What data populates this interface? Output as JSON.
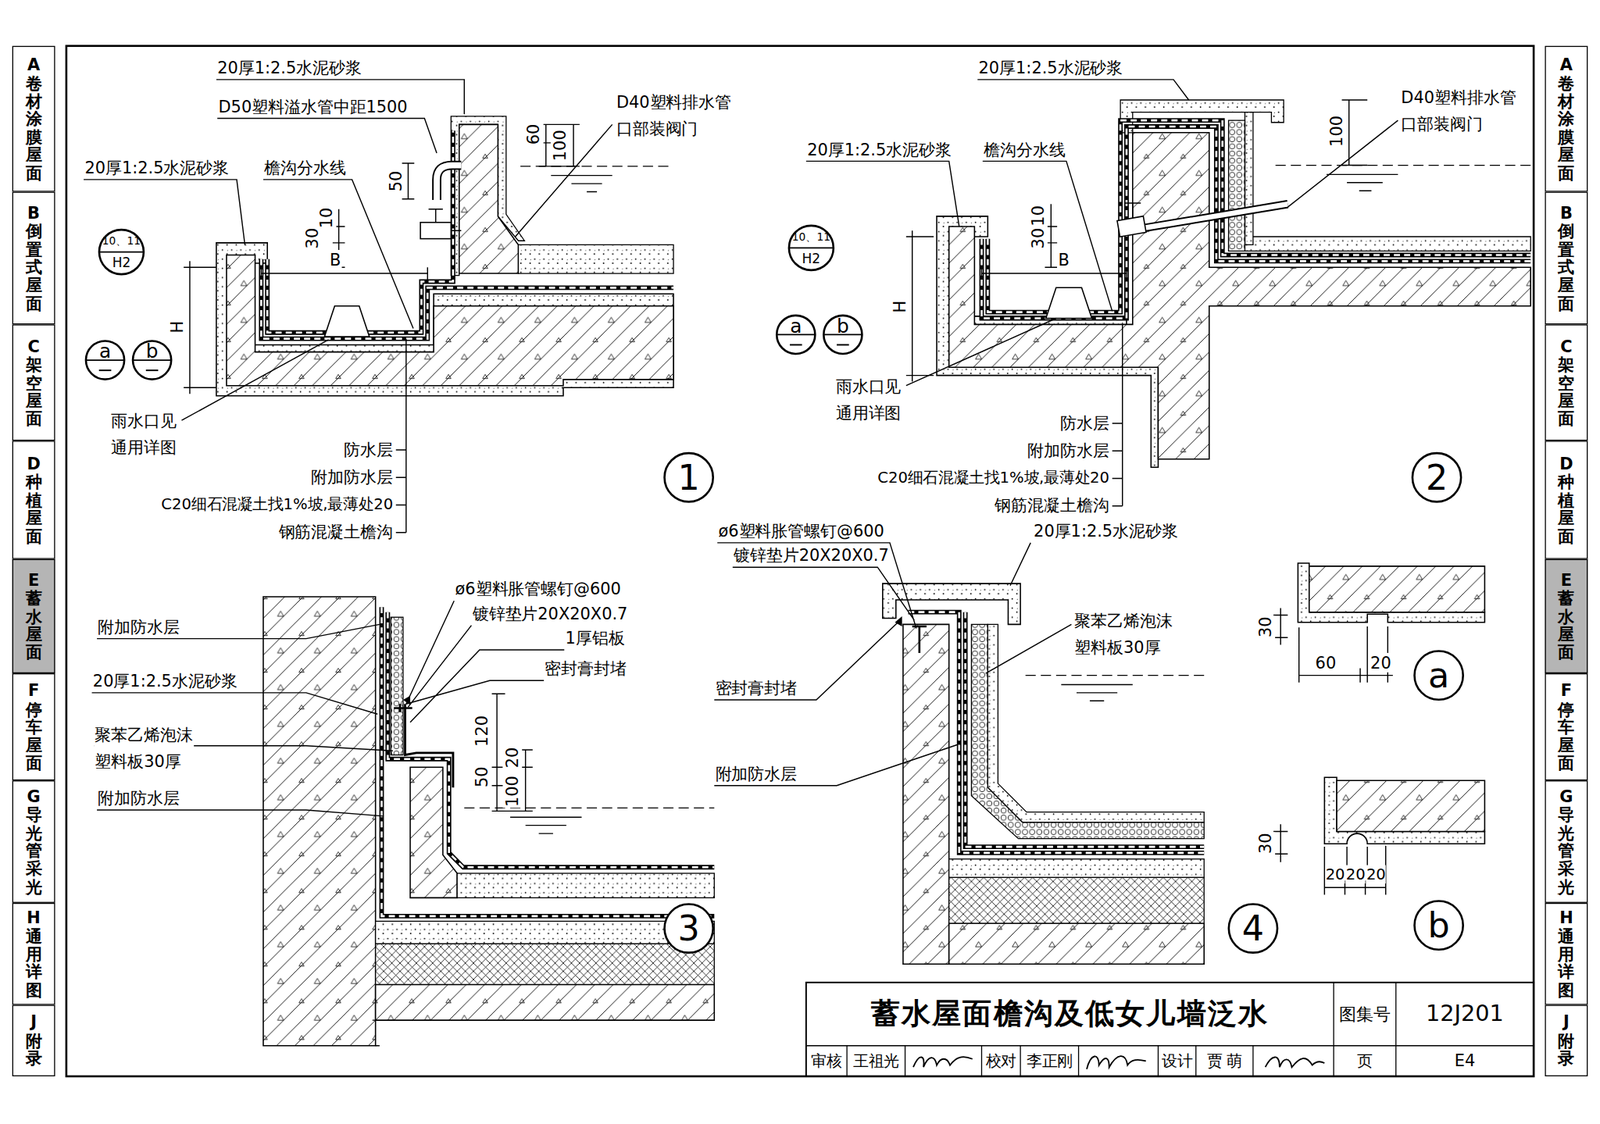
{
  "diagram": {
    "title": "蓄水屋面檐沟及低女儿墙泛水",
    "nodes": [
      {
        "text": [
          "A",
          "卷材涂膜屋面"
        ]
      },
      {
        "text": [
          "B",
          "倒置式屋面"
        ]
      },
      {
        "text": [
          "C",
          "架空屋面"
        ]
      },
      {
        "text": [
          "D",
          "种植屋面"
        ]
      },
      {
        "text": [
          "E",
          "蓄水屋面"
        ]
      },
      {
        "text": [
          "F",
          "停车屋面"
        ]
      },
      {
        "text": [
          "G",
          "导光管采光"
        ]
      },
      {
        "text": [
          "H",
          "通用详图"
        ]
      },
      {
        "text": [
          "J",
          "附录"
        ]
      },
      {
        "text": [
          "10、11",
          "H2"
        ]
      },
      {
        "text": [
          "a"
        ]
      },
      {
        "text": [
          "b"
        ]
      },
      {
        "text": [
          "1"
        ]
      },
      {
        "text": [
          "10、11",
          "H2"
        ]
      },
      {
        "text": [
          "a"
        ]
      },
      {
        "text": [
          "b"
        ]
      },
      {
        "text": [
          "2"
        ]
      },
      {
        "text": [
          "3"
        ]
      },
      {
        "text": [
          "4"
        ]
      },
      {
        "text": [
          "a"
        ]
      },
      {
        "text": [
          "b"
        ]
      },
      {
        "text": [
          "A",
          "卷材涂膜屋面"
        ]
      },
      {
        "text": [
          "B",
          "倒置式屋面"
        ]
      },
      {
        "text": [
          "C",
          "架空屋面"
        ]
      },
      {
        "text": [
          "D",
          "种植屋面"
        ]
      },
      {
        "text": [
          "E",
          "蓄水屋面"
        ]
      },
      {
        "text": [
          "F",
          "停车屋面"
        ]
      },
      {
        "text": [
          "G",
          "导光管采光"
        ]
      },
      {
        "text": [
          "H",
          "通用详图"
        ]
      },
      {
        "text": [
          "J",
          "附录"
        ]
      }
    ],
    "labels": [
      "20厚1:2.5水泥砂浆",
      "D50塑料溢水管中距1500",
      "D40塑料排水管 口部装阀门",
      "20厚1:2.5水泥砂浆",
      "檐沟分水线",
      "60",
      "100",
      "50",
      "10",
      "30",
      "B",
      "H",
      "雨水口见 通用详图",
      "防水层",
      "附加防水层",
      "C20细石混凝土找1%坡,最薄处20",
      "钢筋混凝土檐沟",
      "20厚1:2.5水泥砂浆",
      "D40塑料排水管 口部装阀门",
      "20厚1:2.5水泥砂浆",
      "檐沟分水线",
      "100",
      "10",
      "30",
      "B",
      "H",
      "雨水口见 通用详图",
      "防水层",
      "附加防水层",
      "C20细石混凝土找1%坡,最薄处20",
      "钢筋混凝土檐沟",
      "ø6塑料胀管螺钉@600",
      "镀锌垫片20X20X0.7",
      "1厚铝板",
      "密封膏封堵",
      "附加防水层",
      "20厚1:2.5水泥砂浆",
      "聚苯乙烯泡沫 塑料板30厚",
      "附加防水层",
      "120",
      "50",
      "20",
      "100",
      "ø6塑料胀管螺钉@600",
      "镀锌垫片20X20X0.7",
      "20厚1:2.5水泥砂浆",
      "聚苯乙烯泡沫 塑料板30厚",
      "密封膏封堵",
      "附加防水层",
      "30",
      "60",
      "20",
      "30",
      "20",
      "20",
      "20",
      "图集号",
      "12J201",
      "审核",
      "王祖光",
      "校对",
      "李正刚",
      "设计",
      "贾 萌",
      "页",
      "E4"
    ]
  }
}
